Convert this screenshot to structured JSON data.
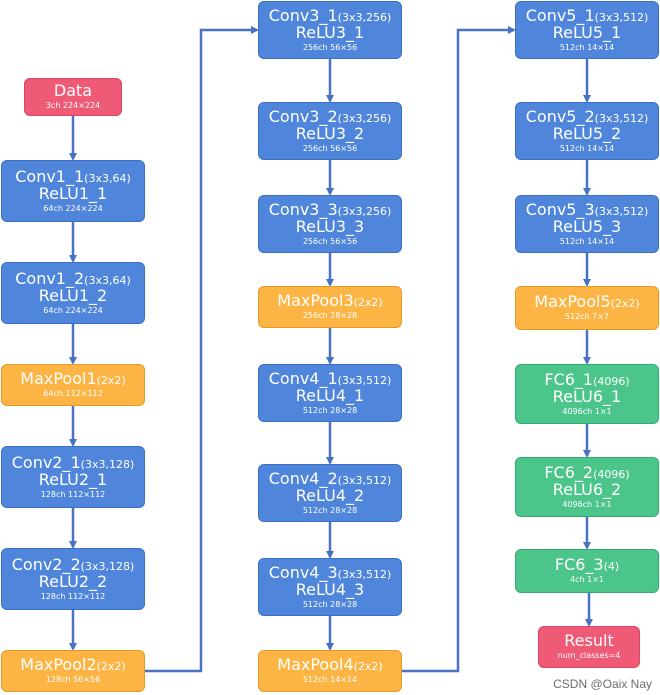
{
  "colors": {
    "conv": "#4f86dc",
    "pool": "#fcb544",
    "fc": "#4cc58b",
    "io": "#ef5b77",
    "arrow": "#4a72c4"
  },
  "nodes": [
    {
      "id": "data",
      "kind": "io",
      "title": "Data",
      "param": "",
      "relu": "",
      "dims": "3ch 224×224"
    },
    {
      "id": "conv1_1",
      "kind": "conv",
      "title": "Conv1_1",
      "param": "(3x3,64)",
      "relu": "ReLU1_1",
      "dims": "64ch 224×224"
    },
    {
      "id": "conv1_2",
      "kind": "conv",
      "title": "Conv1_2",
      "param": "(3x3,64)",
      "relu": "ReLU1_2",
      "dims": "64ch 224×224"
    },
    {
      "id": "maxpool1",
      "kind": "pool",
      "title": "MaxPool1",
      "param": "(2x2)",
      "relu": "",
      "dims": "64ch 112×112"
    },
    {
      "id": "conv2_1",
      "kind": "conv",
      "title": "Conv2_1",
      "param": "(3x3,128)",
      "relu": "ReLU2_1",
      "dims": "128ch 112×112"
    },
    {
      "id": "conv2_2",
      "kind": "conv",
      "title": "Conv2_2",
      "param": "(3x3,128)",
      "relu": "ReLU2_2",
      "dims": "128ch 112×112"
    },
    {
      "id": "maxpool2",
      "kind": "pool",
      "title": "MaxPool2",
      "param": "(2x2)",
      "relu": "",
      "dims": "128ch 56×56"
    },
    {
      "id": "conv3_1",
      "kind": "conv",
      "title": "Conv3_1",
      "param": "(3x3,256)",
      "relu": "ReLU3_1",
      "dims": "256ch 56×56"
    },
    {
      "id": "conv3_2",
      "kind": "conv",
      "title": "Conv3_2",
      "param": "(3x3,256)",
      "relu": "ReLU3_2",
      "dims": "256ch 56×56"
    },
    {
      "id": "conv3_3",
      "kind": "conv",
      "title": "Conv3_3",
      "param": "(3x3,256)",
      "relu": "ReLU3_3",
      "dims": "256ch 56×56"
    },
    {
      "id": "maxpool3",
      "kind": "pool",
      "title": "MaxPool3",
      "param": "(2x2)",
      "relu": "",
      "dims": "256ch 28×28"
    },
    {
      "id": "conv4_1",
      "kind": "conv",
      "title": "Conv4_1",
      "param": "(3x3,512)",
      "relu": "ReLU4_1",
      "dims": "512ch 28×28"
    },
    {
      "id": "conv4_2",
      "kind": "conv",
      "title": "Conv4_2",
      "param": "(3x3,512)",
      "relu": "ReLU4_2",
      "dims": "512ch 28×28"
    },
    {
      "id": "conv4_3",
      "kind": "conv",
      "title": "Conv4_3",
      "param": "(3x3,512)",
      "relu": "ReLU4_3",
      "dims": "512ch 28×28"
    },
    {
      "id": "maxpool4",
      "kind": "pool",
      "title": "MaxPool4",
      "param": "(2x2)",
      "relu": "",
      "dims": "512ch 14×14"
    },
    {
      "id": "conv5_1",
      "kind": "conv",
      "title": "Conv5_1",
      "param": "(3x3,512)",
      "relu": "ReLU5_1",
      "dims": "512ch 14×14"
    },
    {
      "id": "conv5_2",
      "kind": "conv",
      "title": "Conv5_2",
      "param": "(3x3,512)",
      "relu": "ReLU5_2",
      "dims": "512ch 14×14"
    },
    {
      "id": "conv5_3",
      "kind": "conv",
      "title": "Conv5_3",
      "param": "(3x3,512)",
      "relu": "ReLU5_3",
      "dims": "512ch 14×14"
    },
    {
      "id": "maxpool5",
      "kind": "pool",
      "title": "MaxPool5",
      "param": "(2x2)",
      "relu": "",
      "dims": "512ch 7×7"
    },
    {
      "id": "fc6_1",
      "kind": "fc",
      "title": "FC6_1",
      "param": "(4096)",
      "relu": "ReLU6_1",
      "dims": "4096ch 1×1"
    },
    {
      "id": "fc6_2",
      "kind": "fc",
      "title": "FC6_2",
      "param": "(4096)",
      "relu": "ReLU6_2",
      "dims": "4096ch 1×1"
    },
    {
      "id": "fc6_3",
      "kind": "fc",
      "title": "FC6_3",
      "param": "(4)",
      "relu": "",
      "dims": "4ch 1×1"
    },
    {
      "id": "result",
      "kind": "io",
      "title": "Result",
      "param": "",
      "relu": "",
      "dims": "num_classes=4"
    }
  ],
  "edges": [
    [
      "data",
      "conv1_1"
    ],
    [
      "conv1_1",
      "conv1_2"
    ],
    [
      "conv1_2",
      "maxpool1"
    ],
    [
      "maxpool1",
      "conv2_1"
    ],
    [
      "conv2_1",
      "conv2_2"
    ],
    [
      "conv2_2",
      "maxpool2"
    ],
    [
      "maxpool2",
      "conv3_1"
    ],
    [
      "conv3_1",
      "conv3_2"
    ],
    [
      "conv3_2",
      "conv3_3"
    ],
    [
      "conv3_3",
      "maxpool3"
    ],
    [
      "maxpool3",
      "conv4_1"
    ],
    [
      "conv4_1",
      "conv4_2"
    ],
    [
      "conv4_2",
      "conv4_3"
    ],
    [
      "conv4_3",
      "maxpool4"
    ],
    [
      "maxpool4",
      "conv5_1"
    ],
    [
      "conv5_1",
      "conv5_2"
    ],
    [
      "conv5_2",
      "conv5_3"
    ],
    [
      "conv5_3",
      "maxpool5"
    ],
    [
      "maxpool5",
      "fc6_1"
    ],
    [
      "fc6_1",
      "fc6_2"
    ],
    [
      "fc6_2",
      "fc6_3"
    ],
    [
      "fc6_3",
      "result"
    ]
  ],
  "watermark": "CSDN @Oaix Nay"
}
